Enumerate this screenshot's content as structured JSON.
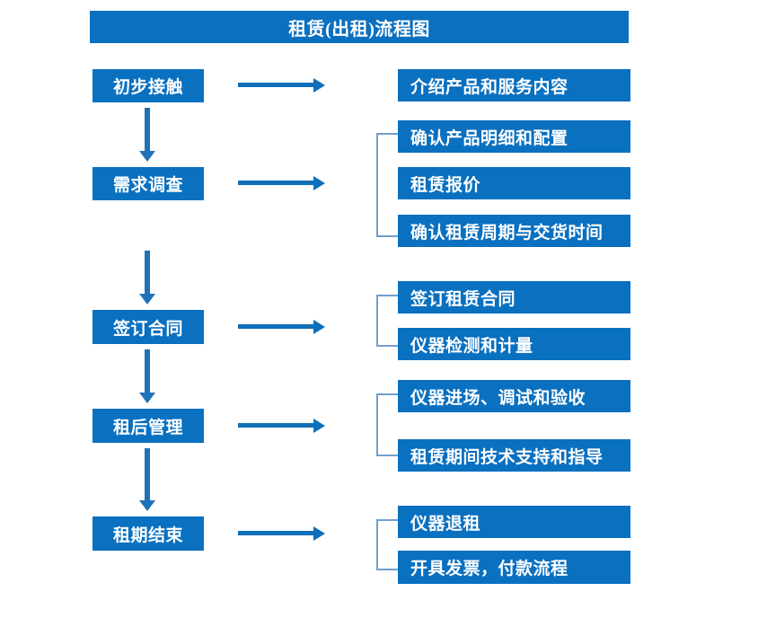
{
  "diagram": {
    "title": "租赁(出租)流程图",
    "accent_color": "#0a70c0",
    "arrow_color": "#1f72b8",
    "bracket_color": "#6f9fd0",
    "text_color": "#ffffff",
    "background_color": "#ffffff"
  },
  "stages": [
    {
      "label": "初步接触"
    },
    {
      "label": "需求调查"
    },
    {
      "label": "签订合同"
    },
    {
      "label": "租后管理"
    },
    {
      "label": "租期结束"
    }
  ],
  "details": [
    {
      "label": "介绍产品和服务内容"
    },
    {
      "label": "确认产品明细和配置"
    },
    {
      "label": "租赁报价"
    },
    {
      "label": "确认租赁周期与交货时间"
    },
    {
      "label": "签订租赁合同"
    },
    {
      "label": "仪器检测和计量"
    },
    {
      "label": "仪器进场、调试和验收"
    },
    {
      "label": "租赁期间技术支持和指导"
    },
    {
      "label": "仪器退租"
    },
    {
      "label": "开具发票，付款流程"
    }
  ],
  "groups": [
    {
      "members": [
        "确认产品明细和配置",
        "租赁报价",
        "确认租赁周期与交货时间"
      ]
    },
    {
      "members": [
        "签订租赁合同",
        "仪器检测和计量"
      ]
    },
    {
      "members": [
        "仪器进场、调试和验收",
        "租赁期间技术支持和指导"
      ]
    },
    {
      "members": [
        "仪器退租",
        "开具发票，付款流程"
      ]
    }
  ],
  "connectors": {
    "horizontal_count": 5,
    "vertical_count": 4,
    "bracket_count": 4
  }
}
